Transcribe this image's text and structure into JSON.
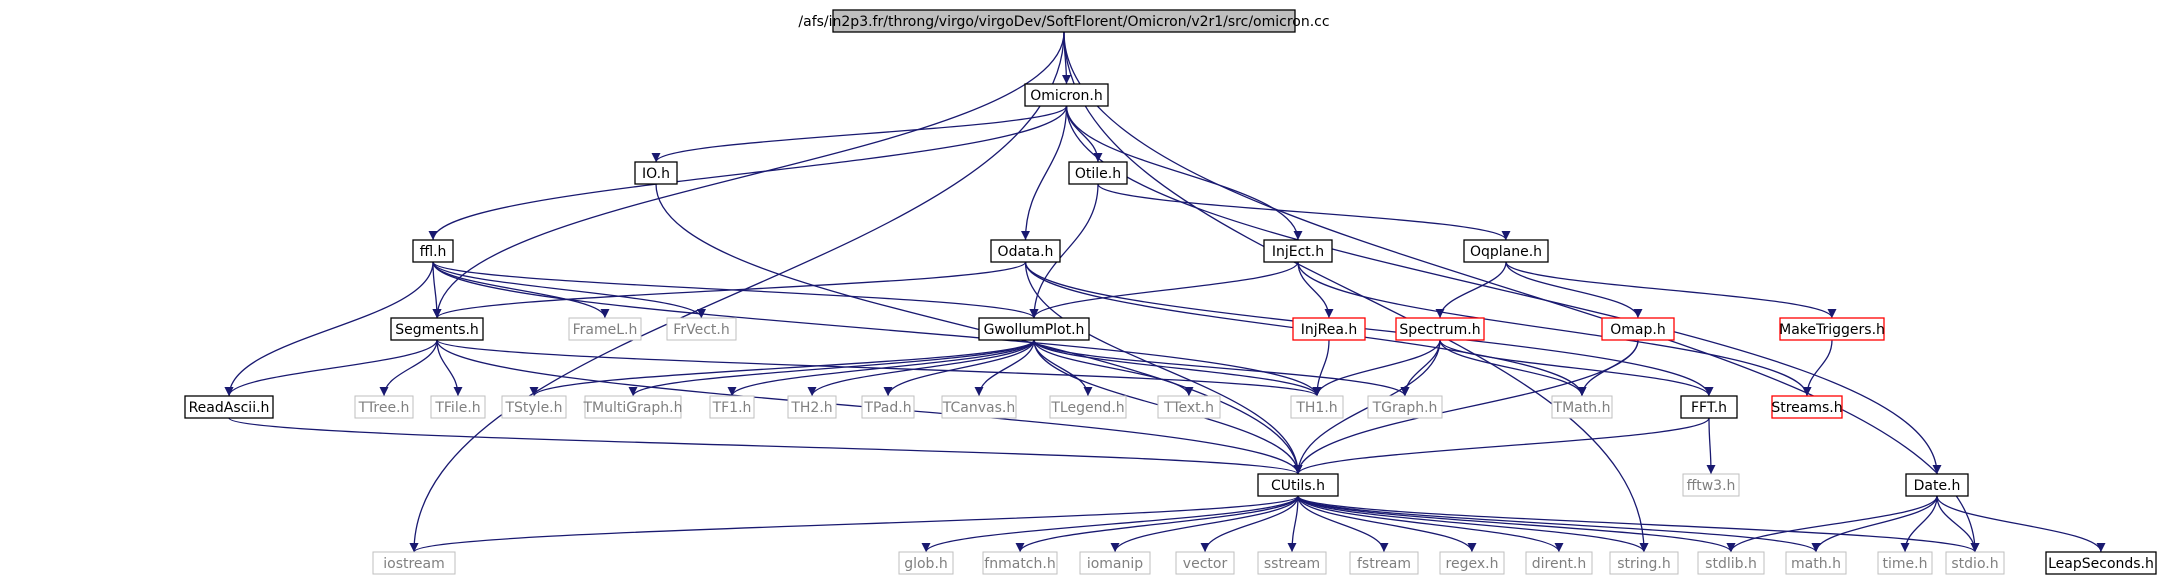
{
  "graph": {
    "colors": {
      "edge": "#191970",
      "border_normal": "#000000",
      "border_missing": "#bfbfbf",
      "border_truncated": "#ff0000",
      "text_normal": "#000000",
      "text_missing": "#808080",
      "root_fill": "#bfbfbf"
    },
    "nodes": [
      {
        "id": "root",
        "label": "/afs/in2p3.fr/throng/virgo/virgoDev/SoftFlorent/Omicron/v2r1/src/omicron.cc",
        "style": "root"
      },
      {
        "id": "omicronh",
        "label": "Omicron.h",
        "style": "normal"
      },
      {
        "id": "ioh",
        "label": "IO.h",
        "style": "normal"
      },
      {
        "id": "otileh",
        "label": "Otile.h",
        "style": "normal"
      },
      {
        "id": "fflh",
        "label": "ffl.h",
        "style": "normal"
      },
      {
        "id": "odatah",
        "label": "Odata.h",
        "style": "normal"
      },
      {
        "id": "injecth",
        "label": "InjEct.h",
        "style": "normal"
      },
      {
        "id": "oqplaneh",
        "label": "Oqplane.h",
        "style": "normal"
      },
      {
        "id": "framelh",
        "label": "FrameL.h",
        "style": "missing"
      },
      {
        "id": "frvecth",
        "label": "FrVect.h",
        "style": "missing"
      },
      {
        "id": "segmentsh",
        "label": "Segments.h",
        "style": "normal"
      },
      {
        "id": "gwollumploth",
        "label": "GwollumPlot.h",
        "style": "normal"
      },
      {
        "id": "injreah",
        "label": "InjRea.h",
        "style": "truncated"
      },
      {
        "id": "spectrumh",
        "label": "Spectrum.h",
        "style": "truncated"
      },
      {
        "id": "omaph",
        "label": "Omap.h",
        "style": "truncated"
      },
      {
        "id": "maketriggersh",
        "label": "MakeTriggers.h",
        "style": "truncated"
      },
      {
        "id": "readasciih",
        "label": "ReadAscii.h",
        "style": "normal"
      },
      {
        "id": "ttreeh",
        "label": "TTree.h",
        "style": "missing"
      },
      {
        "id": "tfileh",
        "label": "TFile.h",
        "style": "missing"
      },
      {
        "id": "tstyleh",
        "label": "TStyle.h",
        "style": "missing"
      },
      {
        "id": "tmultigraphh",
        "label": "TMultiGraph.h",
        "style": "missing"
      },
      {
        "id": "tf1h",
        "label": "TF1.h",
        "style": "missing"
      },
      {
        "id": "th2h",
        "label": "TH2.h",
        "style": "missing"
      },
      {
        "id": "tpadh",
        "label": "TPad.h",
        "style": "missing"
      },
      {
        "id": "tcanvash",
        "label": "TCanvas.h",
        "style": "missing"
      },
      {
        "id": "tlegendh",
        "label": "TLegend.h",
        "style": "missing"
      },
      {
        "id": "ttexth",
        "label": "TText.h",
        "style": "missing"
      },
      {
        "id": "th1h",
        "label": "TH1.h",
        "style": "missing"
      },
      {
        "id": "tgraphh",
        "label": "TGraph.h",
        "style": "missing"
      },
      {
        "id": "tmathh",
        "label": "TMath.h",
        "style": "missing"
      },
      {
        "id": "ffth",
        "label": "FFT.h",
        "style": "normal"
      },
      {
        "id": "streamsh",
        "label": "Streams.h",
        "style": "truncated"
      },
      {
        "id": "fftw3h",
        "label": "fftw3.h",
        "style": "missing"
      },
      {
        "id": "cutilsh",
        "label": "CUtils.h",
        "style": "normal"
      },
      {
        "id": "dateh",
        "label": "Date.h",
        "style": "normal"
      },
      {
        "id": "iostream",
        "label": "iostream",
        "style": "missing"
      },
      {
        "id": "globh",
        "label": "glob.h",
        "style": "missing"
      },
      {
        "id": "fnmatchh",
        "label": "fnmatch.h",
        "style": "missing"
      },
      {
        "id": "iomanip",
        "label": "iomanip",
        "style": "missing"
      },
      {
        "id": "vector",
        "label": "vector",
        "style": "missing"
      },
      {
        "id": "sstream",
        "label": "sstream",
        "style": "missing"
      },
      {
        "id": "fstream",
        "label": "fstream",
        "style": "missing"
      },
      {
        "id": "regexh",
        "label": "regex.h",
        "style": "missing"
      },
      {
        "id": "direnth",
        "label": "dirent.h",
        "style": "missing"
      },
      {
        "id": "stringh",
        "label": "string.h",
        "style": "missing"
      },
      {
        "id": "stdlibh",
        "label": "stdlib.h",
        "style": "missing"
      },
      {
        "id": "mathh",
        "label": "math.h",
        "style": "missing"
      },
      {
        "id": "timeh",
        "label": "time.h",
        "style": "missing"
      },
      {
        "id": "stdioh",
        "label": "stdio.h",
        "style": "missing"
      },
      {
        "id": "leapsecondsh",
        "label": "LeapSeconds.h",
        "style": "normal"
      }
    ],
    "edges": [
      [
        "root",
        "omicronh"
      ],
      [
        "root",
        "segmentsh"
      ],
      [
        "root",
        "iostream"
      ],
      [
        "root",
        "stringh"
      ],
      [
        "root",
        "stdioh"
      ],
      [
        "omicronh",
        "ioh"
      ],
      [
        "omicronh",
        "otileh"
      ],
      [
        "omicronh",
        "fflh"
      ],
      [
        "omicronh",
        "odatah"
      ],
      [
        "omicronh",
        "injecth"
      ],
      [
        "omicronh",
        "dateh"
      ],
      [
        "ioh",
        "cutilsh"
      ],
      [
        "otileh",
        "gwollumploth"
      ],
      [
        "otileh",
        "oqplaneh"
      ],
      [
        "fflh",
        "framelh"
      ],
      [
        "fflh",
        "frvecth"
      ],
      [
        "fflh",
        "segmentsh"
      ],
      [
        "fflh",
        "readasciih"
      ],
      [
        "fflh",
        "gwollumploth"
      ],
      [
        "fflh",
        "th1h"
      ],
      [
        "odatah",
        "segmentsh"
      ],
      [
        "odatah",
        "cutilsh"
      ],
      [
        "odatah",
        "ffth"
      ],
      [
        "odatah",
        "tmathh"
      ],
      [
        "injecth",
        "gwollumploth"
      ],
      [
        "injecth",
        "injreah"
      ],
      [
        "injecth",
        "streamsh"
      ],
      [
        "oqplaneh",
        "spectrumh"
      ],
      [
        "oqplaneh",
        "omaph"
      ],
      [
        "oqplaneh",
        "maketriggersh"
      ],
      [
        "segmentsh",
        "readasciih"
      ],
      [
        "segmentsh",
        "ttreeh"
      ],
      [
        "segmentsh",
        "tfileh"
      ],
      [
        "segmentsh",
        "th1h"
      ],
      [
        "segmentsh",
        "cutilsh"
      ],
      [
        "gwollumploth",
        "tstyleh"
      ],
      [
        "gwollumploth",
        "tmultigraphh"
      ],
      [
        "gwollumploth",
        "tf1h"
      ],
      [
        "gwollumploth",
        "th2h"
      ],
      [
        "gwollumploth",
        "tpadh"
      ],
      [
        "gwollumploth",
        "tcanvash"
      ],
      [
        "gwollumploth",
        "tlegendh"
      ],
      [
        "gwollumploth",
        "ttexth"
      ],
      [
        "gwollumploth",
        "th1h"
      ],
      [
        "gwollumploth",
        "tgraphh"
      ],
      [
        "gwollumploth",
        "cutilsh"
      ],
      [
        "injreah",
        "th1h"
      ],
      [
        "spectrumh",
        "th1h"
      ],
      [
        "spectrumh",
        "tgraphh"
      ],
      [
        "spectrumh",
        "tmathh"
      ],
      [
        "spectrumh",
        "ffth"
      ],
      [
        "spectrumh",
        "cutilsh"
      ],
      [
        "omaph",
        "tmathh"
      ],
      [
        "omaph",
        "cutilsh"
      ],
      [
        "maketriggersh",
        "streamsh"
      ],
      [
        "readasciih",
        "cutilsh"
      ],
      [
        "ffth",
        "cutilsh"
      ],
      [
        "ffth",
        "fftw3h"
      ],
      [
        "cutilsh",
        "iostream"
      ],
      [
        "cutilsh",
        "globh"
      ],
      [
        "cutilsh",
        "fnmatchh"
      ],
      [
        "cutilsh",
        "iomanip"
      ],
      [
        "cutilsh",
        "vector"
      ],
      [
        "cutilsh",
        "sstream"
      ],
      [
        "cutilsh",
        "fstream"
      ],
      [
        "cutilsh",
        "regexh"
      ],
      [
        "cutilsh",
        "direnth"
      ],
      [
        "cutilsh",
        "stringh"
      ],
      [
        "cutilsh",
        "stdlibh"
      ],
      [
        "cutilsh",
        "mathh"
      ],
      [
        "cutilsh",
        "stdioh"
      ],
      [
        "dateh",
        "stdlibh"
      ],
      [
        "dateh",
        "mathh"
      ],
      [
        "dateh",
        "timeh"
      ],
      [
        "dateh",
        "stdioh"
      ],
      [
        "dateh",
        "leapsecondsh"
      ]
    ]
  }
}
